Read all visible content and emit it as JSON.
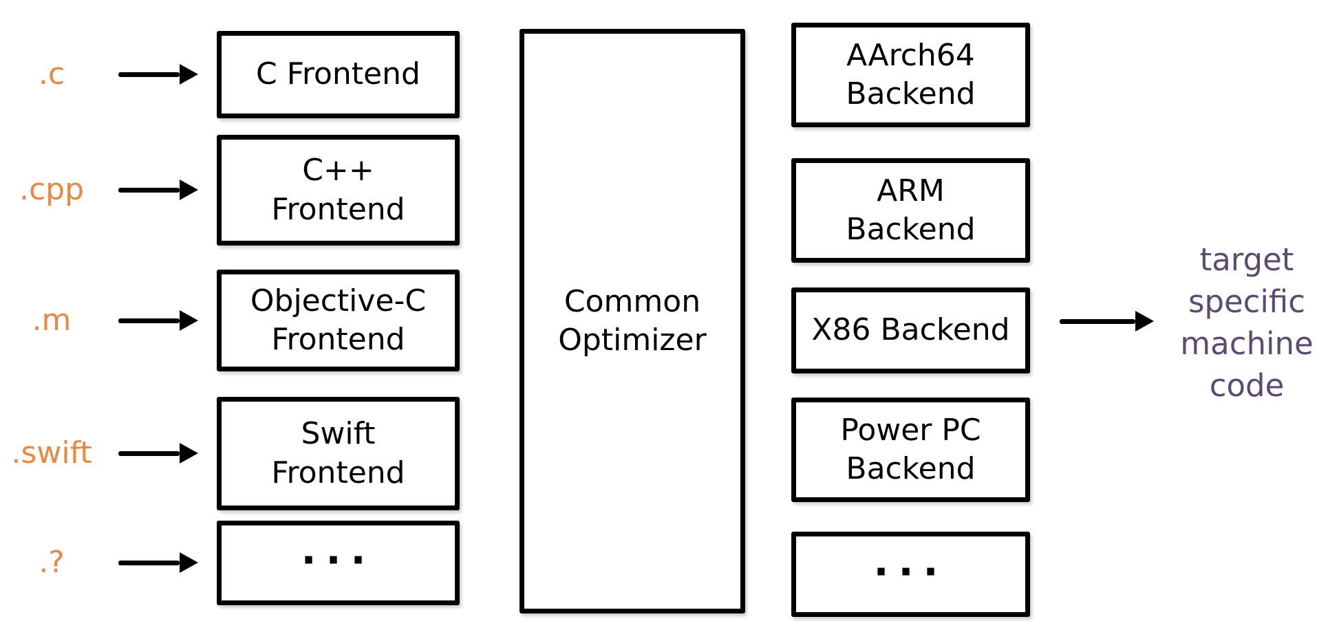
{
  "colors": {
    "accent_orange": "#EE8640",
    "accent_purple": "#5A4A74",
    "box_border": "#000000",
    "box_fill": "#FFFFFF",
    "arrow_black": "#000000"
  },
  "pipeline": {
    "inputs": [
      {
        "label": ".c"
      },
      {
        "label": ".cpp"
      },
      {
        "label": ".m"
      },
      {
        "label": ".swift"
      },
      {
        "label": ".?"
      }
    ],
    "frontends": [
      {
        "label": "C Frontend"
      },
      {
        "label": "C++\nFrontend"
      },
      {
        "label": "Objective-C\nFrontend"
      },
      {
        "label": "Swift\nFrontend"
      },
      {
        "label": "..."
      }
    ],
    "optimizer": {
      "label": "Common\nOptimizer"
    },
    "backends": [
      {
        "label": "AArch64\nBackend"
      },
      {
        "label": "ARM\nBackend"
      },
      {
        "label": "X86 Backend"
      },
      {
        "label": "Power PC\nBackend"
      },
      {
        "label": "..."
      }
    ],
    "output": {
      "label": "target\nspecific\nmachine\ncode"
    }
  }
}
